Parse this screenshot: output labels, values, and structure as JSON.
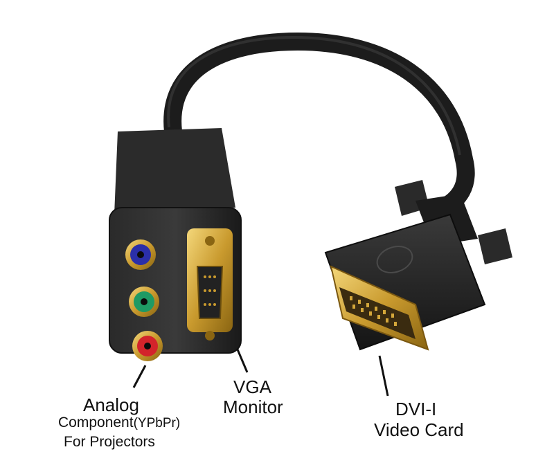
{
  "labels": {
    "analog": {
      "line1": "Analog",
      "line2_main": "Component",
      "line2_paren": "(YPbPr)",
      "line3": "For Projectors"
    },
    "vga": {
      "line1": "VGA",
      "line2": "Monitor"
    },
    "dvi": {
      "line1": "DVI-I",
      "line2": "Video Card"
    }
  },
  "colors": {
    "background": "#ffffff",
    "housing": "#1f1f1f",
    "gold": "#d4a73a",
    "rca_blue": "#2b2fa8",
    "rca_green": "#1f9a64",
    "rca_red": "#d3242b"
  }
}
